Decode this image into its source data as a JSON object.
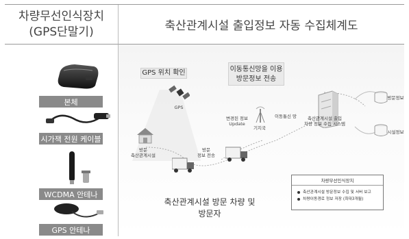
{
  "header": {
    "left_title_line1": "차량무선인식장치",
    "left_title_line2": "(GPS단말기)",
    "right_title": "축산관계시설 출입정보 자동 수집체계도"
  },
  "devices": [
    {
      "label": "본체"
    },
    {
      "label": "시가잭 전원 케이블"
    },
    {
      "label": "WCDMA 안테나"
    },
    {
      "label": "GPS 안테나"
    }
  ],
  "diagram": {
    "gps_check": "GPS 위치 확인",
    "mobile_net_line1": "이동통신망을 이용",
    "mobile_net_line2": "방문정보 전송",
    "gps": "GPS",
    "visit_farm_line1": "방문",
    "visit_farm_line2": "축산관계시설",
    "visit_send_line1": "방문",
    "visit_send_line2": "정보 전송",
    "changed_line1": "변경된 정보",
    "changed_line2": "Update",
    "base_station": "기지국",
    "mobile_net": "이동통신 망",
    "system_line1": "축산관계시설 출입",
    "system_line2": "차량 정보 수집 시스템",
    "db_visit": "방문정보",
    "db_facility": "시설정보",
    "info_box": {
      "title": "차량무선인식장치",
      "lines": [
        "축산관계시설 방문정보 수집 및 서버 보고",
        "차량이동경로 정보 저장 (최대3개월)"
      ]
    },
    "caption_line1": "축산관계시설 방문 차량 및",
    "caption_line2": "방문자"
  }
}
